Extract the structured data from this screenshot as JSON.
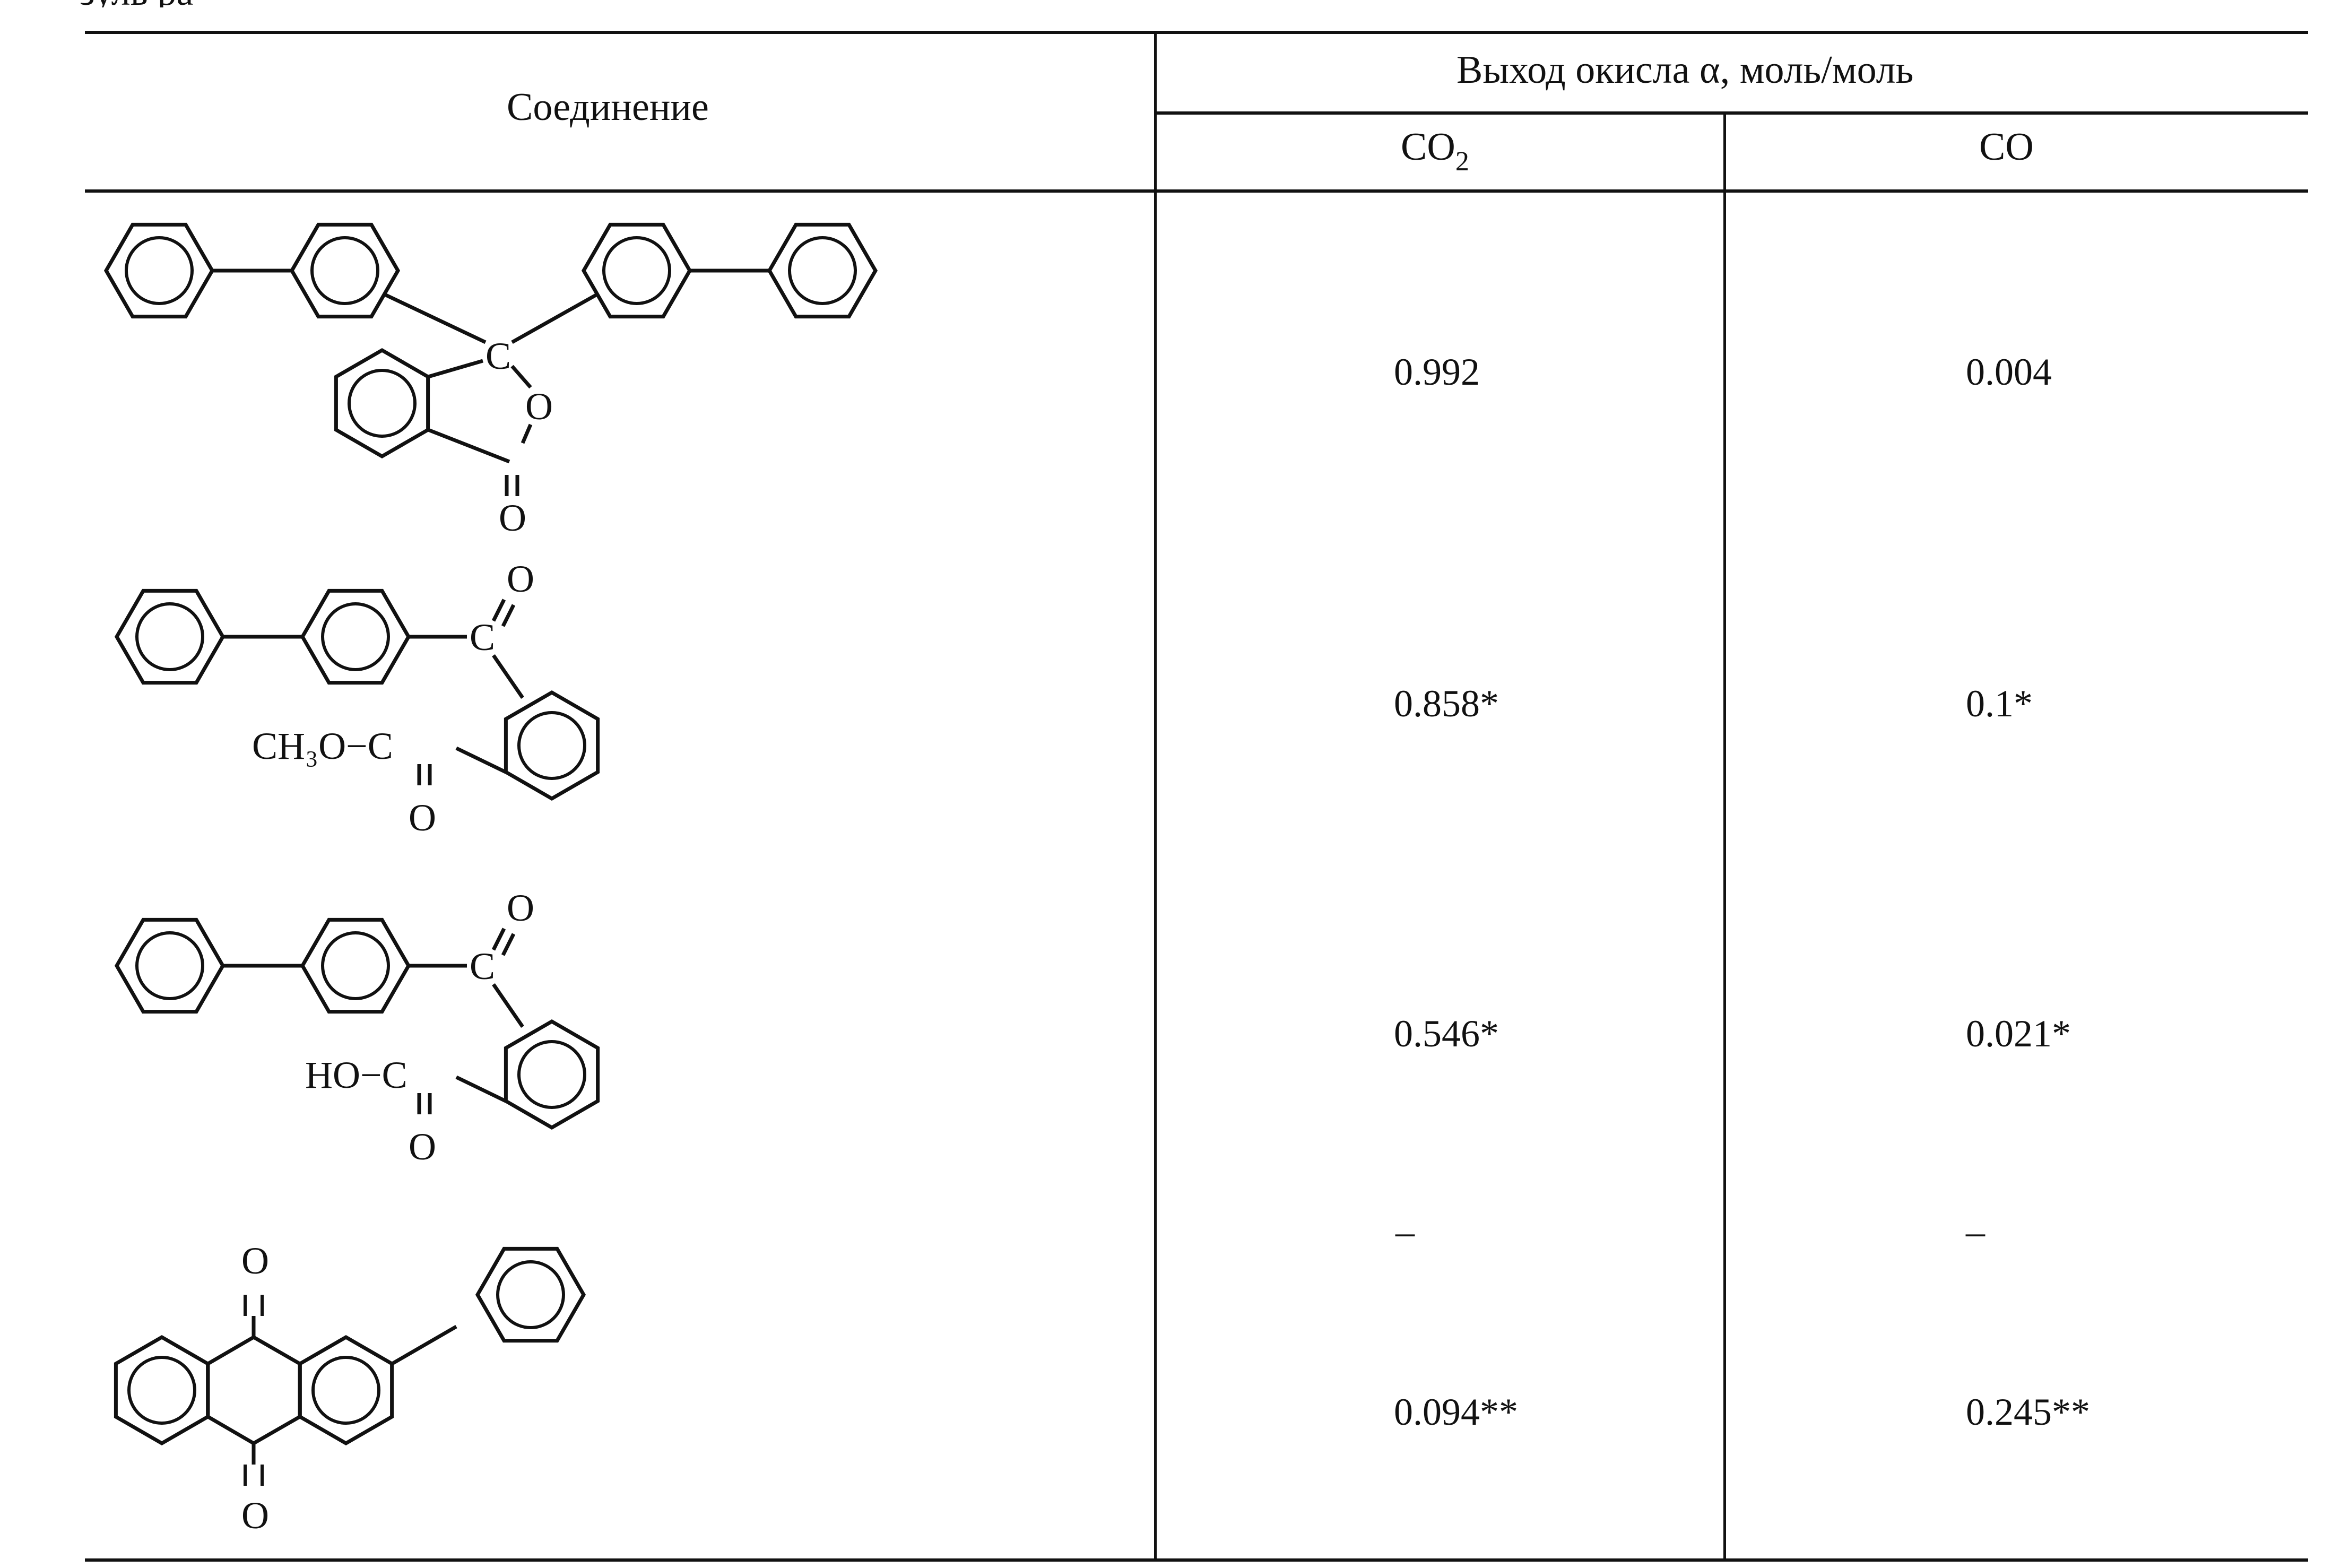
{
  "top_fragment": "зуль  ра",
  "table": {
    "header": {
      "compound": "Соединение",
      "yield": "Выход окисла α, моль/моль",
      "co2_base": "CO",
      "co2_sub": "2",
      "co": "CO"
    },
    "rows": [
      {
        "co2": "0.992",
        "co": "0.004"
      },
      {
        "co2": "0.858*",
        "co": "0.1*"
      },
      {
        "co2": "0.546*",
        "co": "0.021*"
      },
      {
        "co2_dash": "–",
        "co_dash": "–",
        "co2": "0.094**",
        "co": "0.245**"
      }
    ]
  },
  "structure_labels": {
    "s1_c": "C",
    "s1_o_ring": "O",
    "s1_o_carbonyl": "O",
    "s2_o_top": "O",
    "s2_c_top": "C",
    "s2_ester": "CH₃O−C",
    "s2_o_bottom": "O",
    "s3_o_top": "O",
    "s3_c_top": "C",
    "s3_acid": "HO−C",
    "s3_o_bottom": "O",
    "s4_o_top": "O",
    "s4_o_bottom": "O"
  }
}
